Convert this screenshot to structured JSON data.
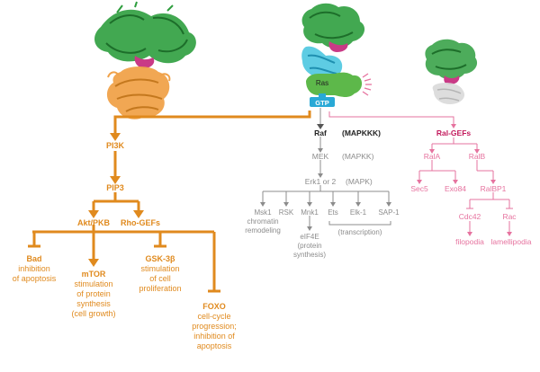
{
  "diagram": {
    "ras_label": "Ras",
    "gtp_label": "GTP",
    "pi3k_branch": {
      "pi3k": "PI3K",
      "pip3": "PIP3",
      "akt": "Akt/PKB",
      "rho_gefs": "Rho-GEFs",
      "bad": {
        "name": "Bad",
        "lines": [
          "inhibition",
          "of apoptosis"
        ]
      },
      "mtor": {
        "name": "mTOR",
        "lines": [
          "stimulation",
          "of protein",
          "synthesis",
          "(cell growth)"
        ]
      },
      "gsk3b": {
        "name": "GSK-3β",
        "lines": [
          "stimulation",
          "of cell",
          "proliferation"
        ]
      },
      "foxo": {
        "name": "FOXO",
        "lines": [
          "cell-cycle",
          "progression;",
          "inhibition of",
          "apoptosis"
        ]
      }
    },
    "raf_branch": {
      "raf": "Raf",
      "raf_class": "(MAPKKK)",
      "mek": "MEK",
      "mek_class": "(MAPKK)",
      "erk": "Erk1 or 2",
      "erk_class": "(MAPK)",
      "msk1": "Msk1",
      "msk1_lines": [
        "chromatin",
        "remodeling"
      ],
      "rsk": "RSK",
      "mnk1": "Mnk1",
      "eif4e_lines": [
        "eIF4E",
        "(protein",
        "synthesis)"
      ],
      "ets": "Ets",
      "elk1": "Elk-1",
      "sap1": "SAP-1",
      "transcription": "(transcription)"
    },
    "ral_branch": {
      "ral_gefs": "Ral-GEFs",
      "rala": "RalA",
      "ralb": "RalB",
      "sec5": "Sec5",
      "exo84": "Exo84",
      "ralbp1": "RalBP1",
      "cdc42": "Cdc42",
      "rac": "Rac",
      "filopodia": "filopodia",
      "lamellipodia": "lamellipodia"
    }
  },
  "colors": {
    "pi3k_orange": "#e08a1e",
    "raf_gray": "#8c8c8c",
    "ral_pink": "#e6739f",
    "ral_magenta": "#c2185b",
    "ras_green": "#5db84a",
    "gtp_cyan": "#29a9d6",
    "protein_green": "#2e9e3e",
    "protein_orange": "#f0a24a",
    "protein_cyan": "#4cc6e0",
    "protein_magenta": "#c93a86"
  }
}
